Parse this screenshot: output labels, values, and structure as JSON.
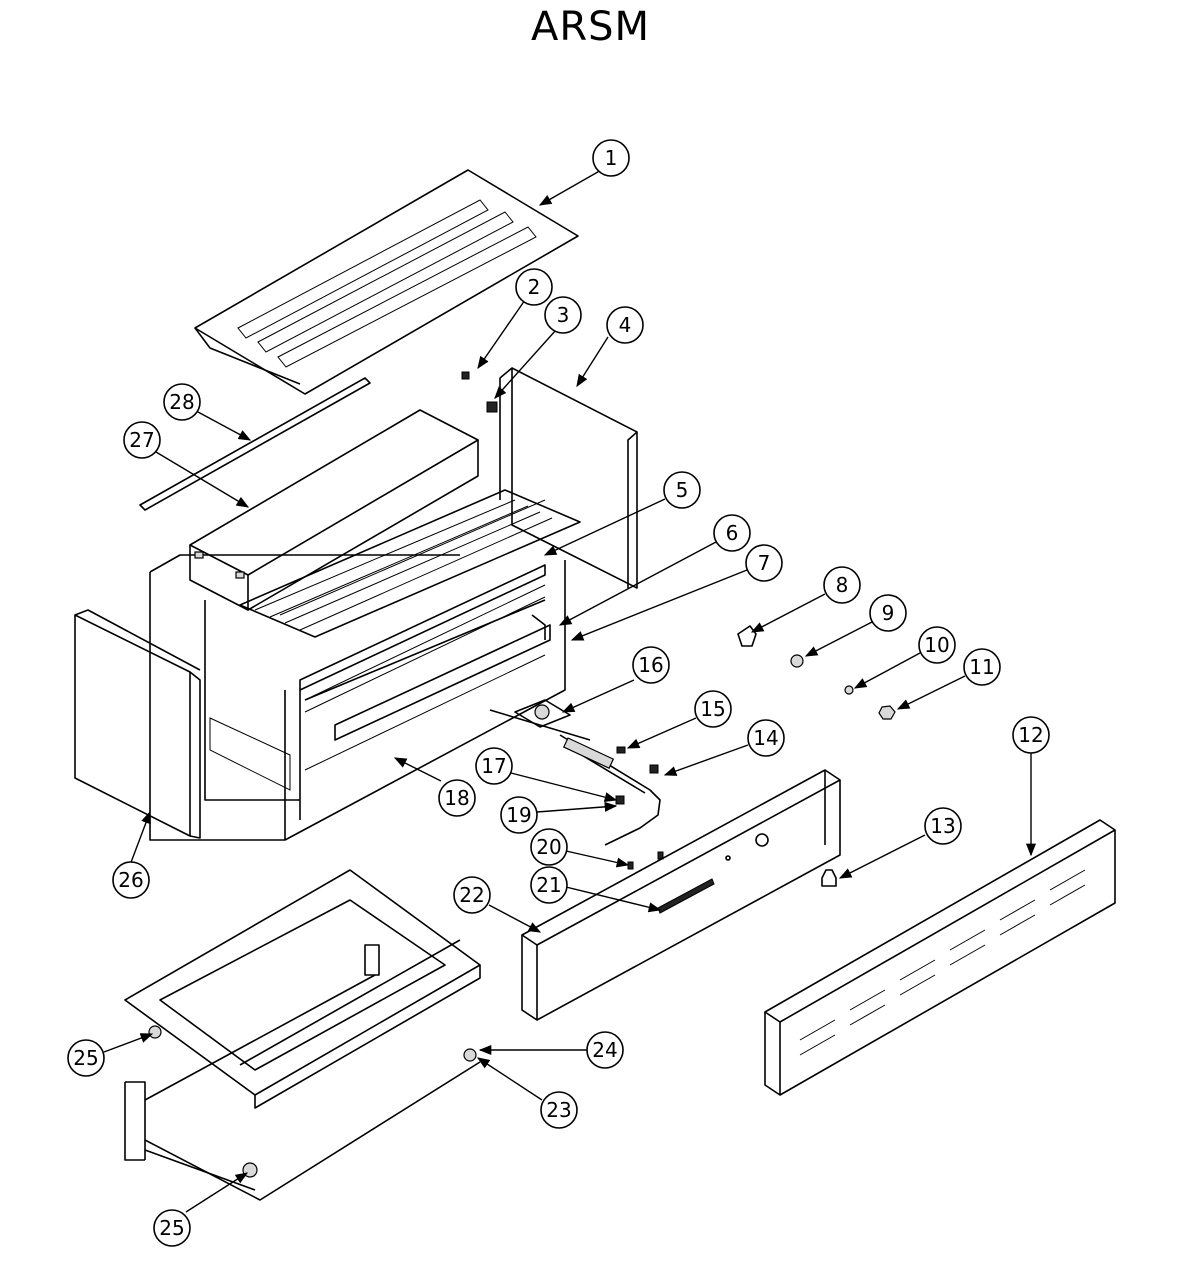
{
  "title": "ARSM",
  "callouts": [
    "1",
    "2",
    "3",
    "4",
    "5",
    "6",
    "7",
    "8",
    "9",
    "10",
    "11",
    "12",
    "13",
    "14",
    "15",
    "16",
    "17",
    "18",
    "19",
    "20",
    "21",
    "22",
    "23",
    "24",
    "25",
    "25",
    "26",
    "27",
    "28"
  ]
}
